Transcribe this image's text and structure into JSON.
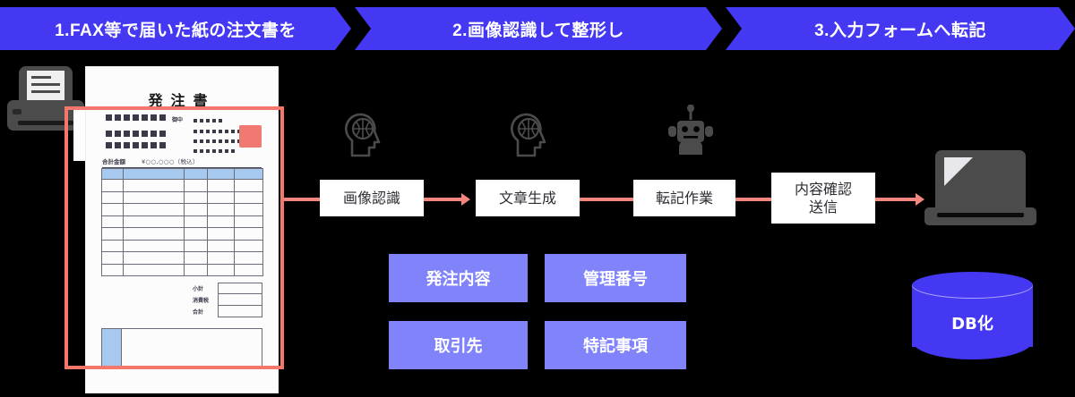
{
  "banners": [
    {
      "id": "step-1",
      "label": "1.FAX等で届いた紙の注文書を"
    },
    {
      "id": "step-2",
      "label": "2.画像認識して整形し"
    },
    {
      "id": "step-3",
      "label": "3.入力フォームへ転記"
    }
  ],
  "document": {
    "title": "発注書",
    "honorific": "御中",
    "total_label": "合計金額",
    "total_amount": "¥○○,○○○（税込）",
    "summary_rows": [
      "小計",
      "消費税",
      "合計"
    ],
    "table_rows": 9,
    "table_cols": 5
  },
  "flow": {
    "steps": [
      {
        "id": "image-recognition",
        "label": "画像認識"
      },
      {
        "id": "text-generation",
        "label": "文章生成"
      },
      {
        "id": "transcription",
        "label": "転記作業"
      },
      {
        "id": "confirm-send",
        "label": "内容確認\n送信"
      }
    ]
  },
  "icons": {
    "fax": "fax-machine-icon",
    "head_ai_1": "brain-head-icon",
    "head_ai_2": "brain-head-icon",
    "robot": "robot-head-icon",
    "laptop": "laptop-icon",
    "database": "database-cylinder-icon"
  },
  "extracted_fields": [
    {
      "id": "order-details",
      "label": "発注内容"
    },
    {
      "id": "management-number",
      "label": "管理番号"
    },
    {
      "id": "client",
      "label": "取引先"
    },
    {
      "id": "special-notes",
      "label": "特記事項"
    }
  ],
  "output": {
    "db_label": "DB化"
  },
  "colors": {
    "banner_blue": "#4538f2",
    "tag_purple": "#8183fb",
    "accent_red": "#f3877d",
    "highlight_frame": "#f5776b",
    "icon_gray": "#4b4b4b",
    "table_header_blue": "#a8c9ef",
    "stamp_red": "#f07a72"
  }
}
